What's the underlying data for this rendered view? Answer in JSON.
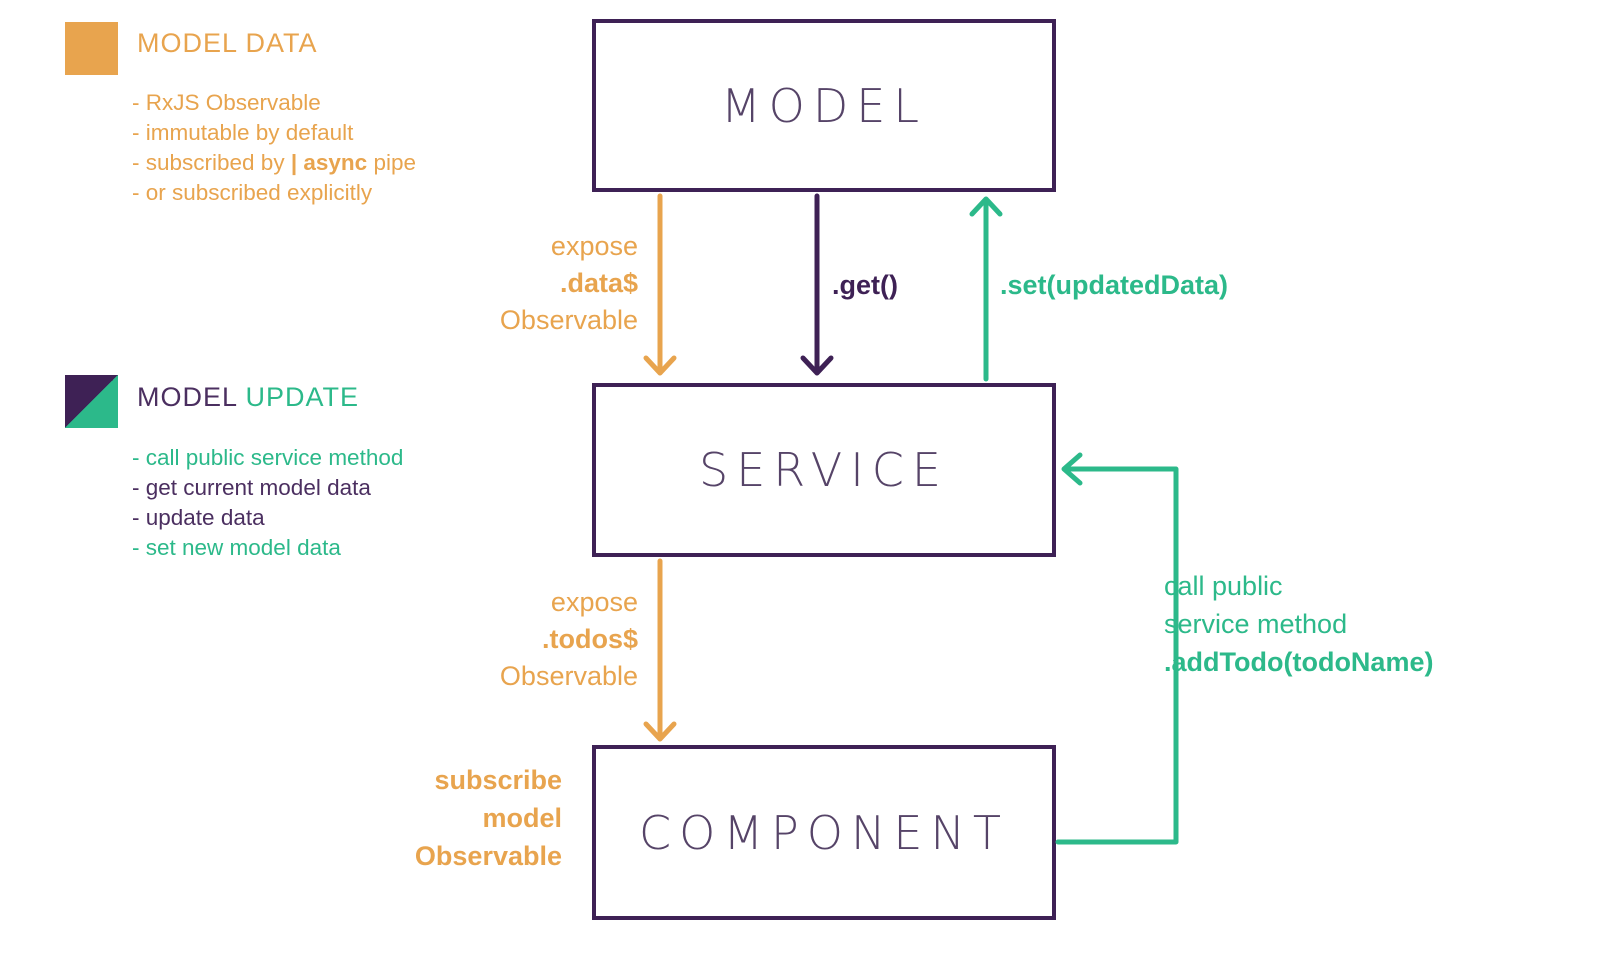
{
  "colors": {
    "orange": "#E8A44E",
    "green": "#2CB98A",
    "purple": "#3E2155",
    "purple_text": "#4B2F60",
    "box_title_text": "#564468",
    "background": "#FFFFFF"
  },
  "legend_model_data": {
    "swatch": "orange-square",
    "title": "MODEL DATA",
    "items": [
      {
        "text": "- RxJS Observable"
      },
      {
        "text": "- immutable by default"
      },
      {
        "pre": "- subscribed by ",
        "bold": "| async",
        "post": " pipe"
      },
      {
        "text": "- or subscribed explicitly"
      }
    ]
  },
  "legend_model_update": {
    "swatch": "purple-green-diagonal-square",
    "title_purple": "MODEL ",
    "title_green": "UPDATE",
    "items": [
      {
        "text": "- call public service method",
        "color": "green"
      },
      {
        "text": "- get current model data",
        "color": "purple"
      },
      {
        "text": "- update data",
        "color": "purple"
      },
      {
        "text": "- set new model data",
        "color": "green"
      }
    ]
  },
  "boxes": {
    "model": "MODEL",
    "service": "SERVICE",
    "component": "COMPONENT"
  },
  "labels": {
    "expose_data": {
      "line1": "expose",
      "line2": ".data$",
      "line3": "Observable"
    },
    "get": ".get()",
    "set": ".set(updatedData)",
    "expose_todos": {
      "line1": "expose",
      "line2": ".todos$",
      "line3": "Observable"
    },
    "subscribe_model": {
      "line1": "subscribe",
      "line2": "model",
      "line3": "Observable"
    },
    "call_public": {
      "line1": "call public",
      "line2": "service method",
      "line3": ".addTodo(todoName)"
    }
  },
  "arrows": {
    "expose_data_arrow": {
      "direction": "down",
      "color": "#E8A44E"
    },
    "get_arrow": {
      "direction": "down",
      "color": "#3E2155"
    },
    "set_arrow": {
      "direction": "up",
      "color": "#2CB98A"
    },
    "expose_todos_arrow": {
      "direction": "down",
      "color": "#E8A44E"
    },
    "add_todo_connector": {
      "direction": "right-up-left",
      "color": "#2CB98A"
    }
  }
}
